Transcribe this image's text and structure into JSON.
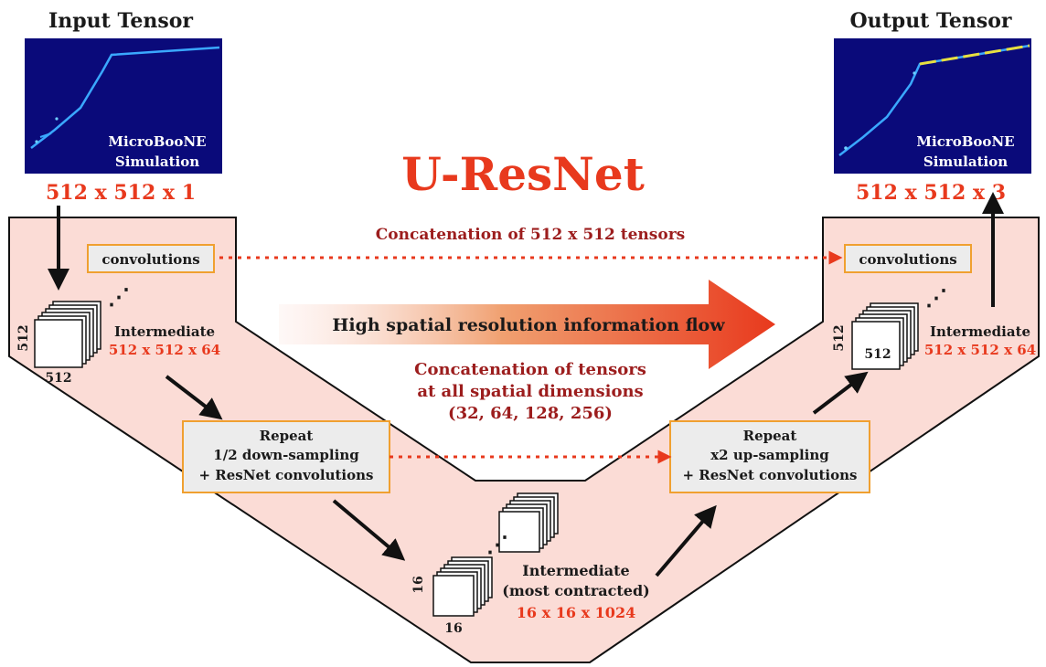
{
  "input": {
    "heading": "Input Tensor",
    "image_label_line1": "MicroBooNE",
    "image_label_line2": "Simulation",
    "shape": "512 x 512 x 1"
  },
  "output": {
    "heading": "Output Tensor",
    "image_label_line1": "MicroBooNE",
    "image_label_line2": "Simulation",
    "shape": "512 x 512 x 3"
  },
  "title": "U-ResNet",
  "left": {
    "conv_label": "convolutions",
    "stack_side": "512",
    "stack_bottom": "512",
    "intermediate_label": "Intermediate",
    "intermediate_shape": "512 x 512 x 64",
    "down_line1": "Repeat",
    "down_line2": "1/2 down-sampling",
    "down_line3": "+ ResNet convolutions"
  },
  "right": {
    "conv_label": "convolutions",
    "stack_side": "512",
    "stack_bottom": "512",
    "intermediate_label": "Intermediate",
    "intermediate_shape": "512 x 512 x 64",
    "up_line1": "Repeat",
    "up_line2": "x2 up-sampling",
    "up_line3": "+ ResNet convolutions"
  },
  "bottom": {
    "stack_side": "16",
    "stack_bottom": "16",
    "label_line1": "Intermediate",
    "label_line2": "(most contracted)",
    "shape": "16 x 16 x 1024"
  },
  "center": {
    "concat_512": "Concatenation of 512 x 512 tensors",
    "flow_label": "High spatial resolution information flow",
    "concat_all_line1": "Concatenation of tensors",
    "concat_all_line2": "at all spatial dimensions",
    "concat_all_line3": "(32, 64, 128, 256)"
  },
  "colors": {
    "u_fill": "#fbdcd6",
    "accent_red": "#e8391d",
    "maroon": "#9c1d1d",
    "box_border": "#f0a030",
    "box_fill": "#ececec",
    "image_bg": "#0a0a7a"
  }
}
